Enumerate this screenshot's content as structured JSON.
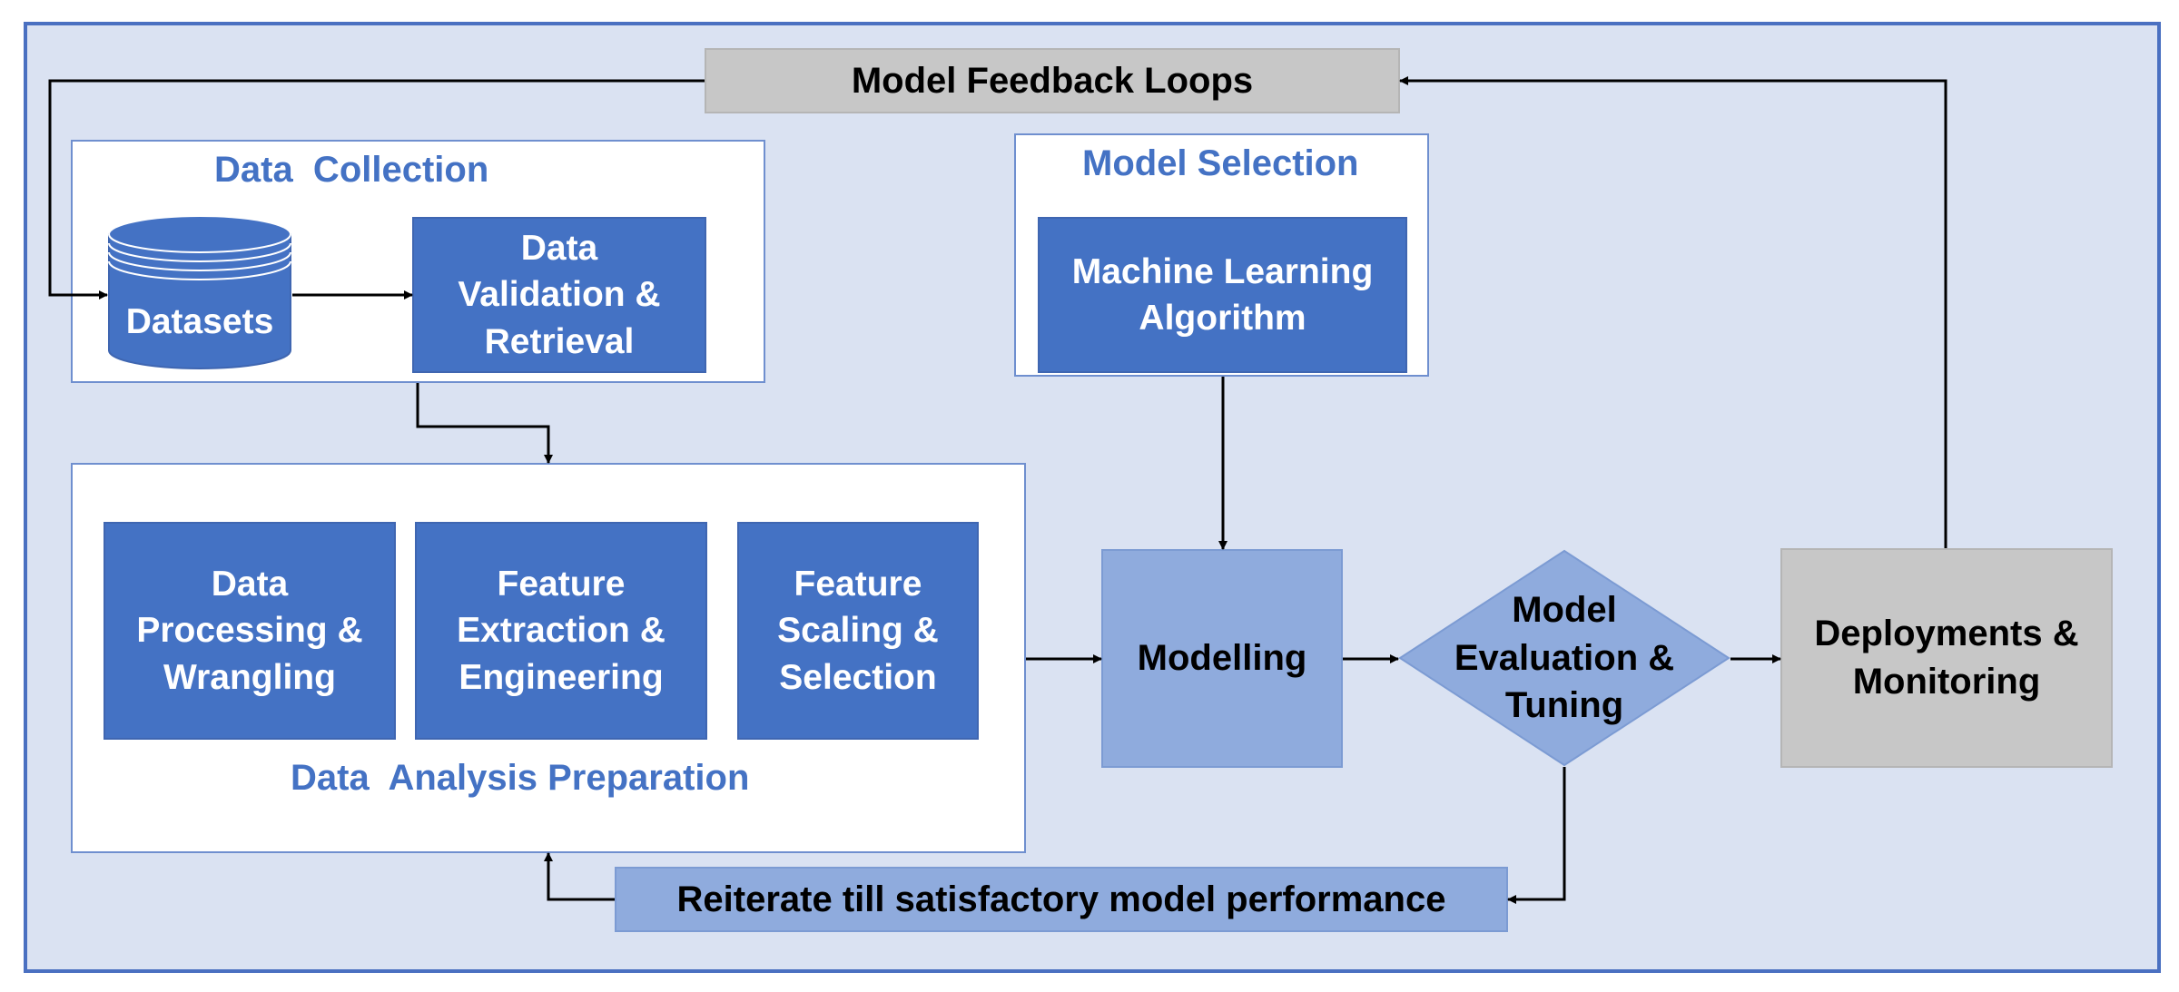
{
  "feedback_bar": "Model Feedback Loops",
  "reiterate_bar": "Reiterate till  satisfactory model performance",
  "data_collection": {
    "heading": "Data  Collection",
    "datasets": "Datasets",
    "validation": "Data\nValidation &\nRetrieval"
  },
  "model_selection": {
    "heading": "Model Selection",
    "algorithm": "Machine Learning\nAlgorithm"
  },
  "analysis_prep": {
    "heading": "Data  Analysis Preparation",
    "processing": "Data\nProcessing &\nWrangling",
    "extraction": "Feature\nExtraction &\nEngineering",
    "scaling": "Feature\nScaling &\nSelection"
  },
  "modelling": "Modelling",
  "evaluation": "Model\nEvaluation &\nTuning",
  "deployment": "Deployments &\nMonitoring",
  "colors": {
    "primary_blue": "#4472c4",
    "light_blue": "#8fabdd",
    "gray": "#c7c7c7",
    "background": "#dae2f2",
    "border": "#4a70c1"
  }
}
